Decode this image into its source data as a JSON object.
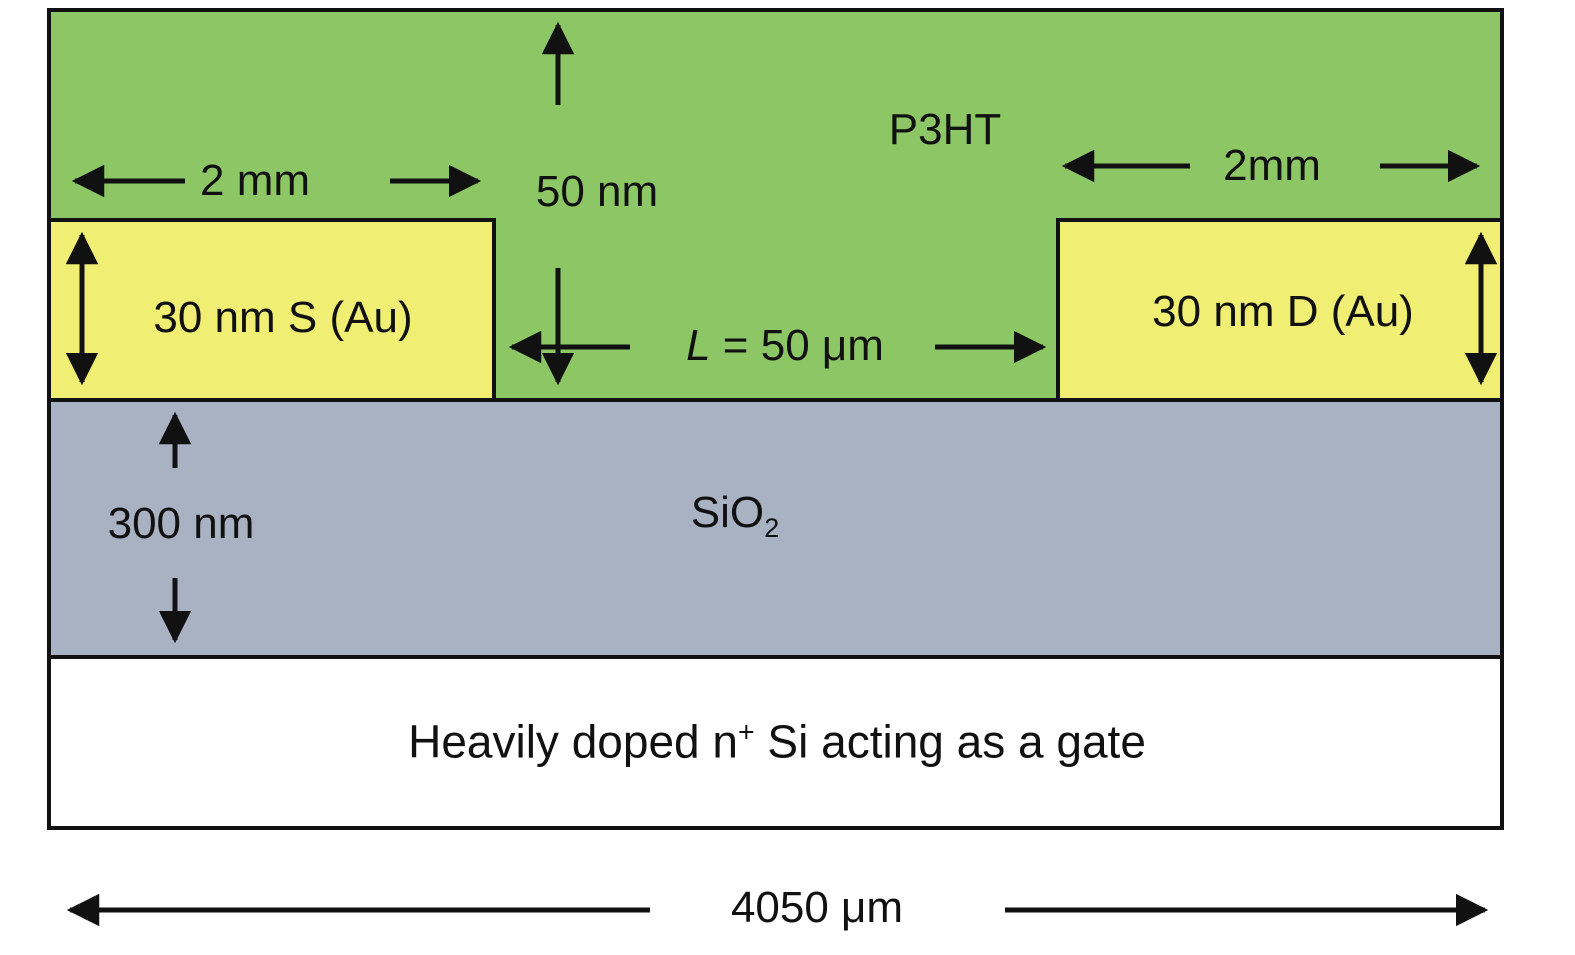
{
  "colors": {
    "p3ht_green": "#8CC665",
    "electrode_yellow": "#F0EE73",
    "sio2_gray": "#A8B2C3",
    "gate_white": "#FFFFFF",
    "outline_black": "#111111"
  },
  "layers": {
    "p3ht": {
      "label": "P3HT"
    },
    "source": {
      "label": "30 nm S (Au)"
    },
    "drain": {
      "label": "30 nm D (Au)"
    },
    "oxide": {
      "label_base": "SiO",
      "label_sub": "2"
    },
    "gate": {
      "label_pre": "Heavily doped n",
      "label_sup": "+",
      "label_post": " Si acting as a gate"
    }
  },
  "dimensions": {
    "source_width": "2 mm",
    "p3ht_thickness": "50 nm",
    "drain_width": "2mm",
    "channel_var": "L",
    "channel_rest": " = 50 μm",
    "oxide_thickness": "300 nm",
    "total_width": "4050 μm"
  }
}
